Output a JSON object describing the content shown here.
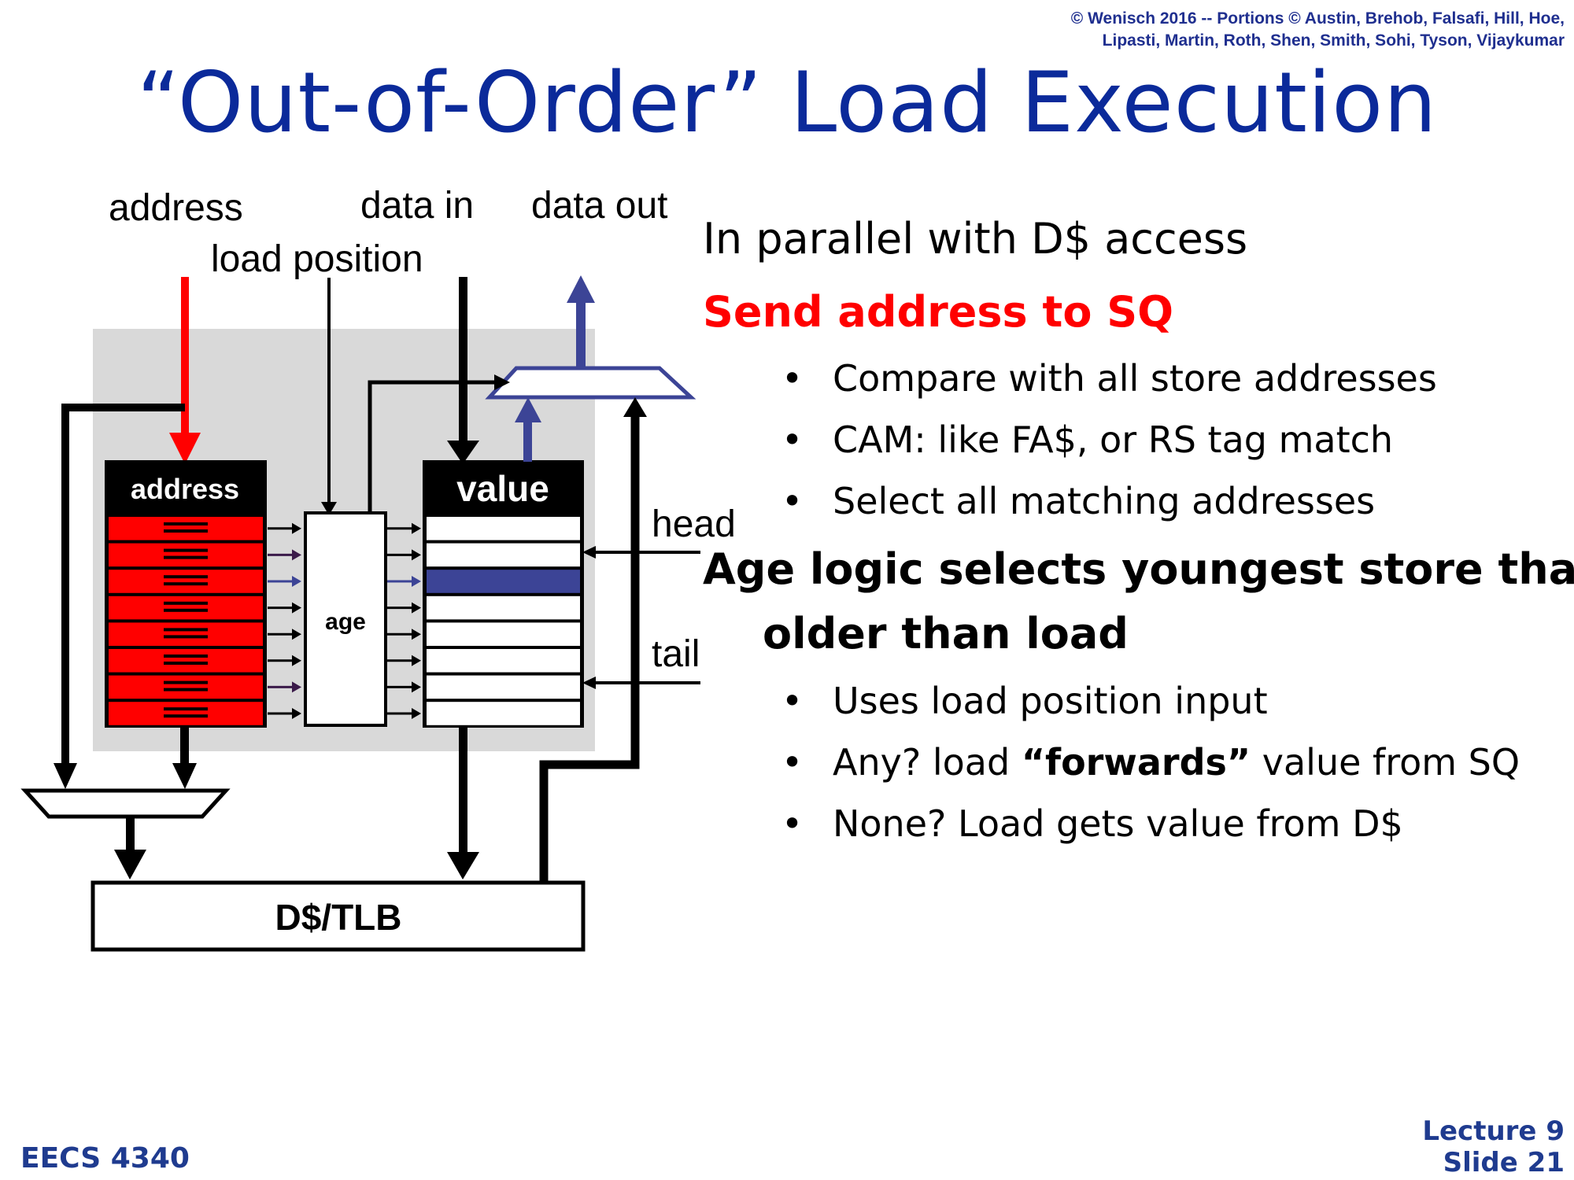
{
  "header": {
    "copyright_line1": "© Wenisch 2016 -- Portions © Austin, Brehob, Falsafi, Hill, Hoe,",
    "copyright_line2": "Lipasti, Martin, Roth, Shen, Smith, Sohi, Tyson, Vijaykumar",
    "title": "“Out-of-Order” Load Execution"
  },
  "diagram": {
    "label_address": "address",
    "label_data_in": "data in",
    "label_data_out": "data out",
    "label_load_position": "load position",
    "label_head": "head",
    "label_tail": "tail",
    "address_column_header": "address",
    "value_column_header": "value",
    "age_block_label": "age",
    "dtlb_label": "D$/TLB",
    "colors": {
      "address_red": "#ff0000",
      "highlight_blue": "#3c4496",
      "panel_gray": "#d9d9d9"
    }
  },
  "content": {
    "line1": "In parallel with D$ access",
    "line2": "Send address to SQ",
    "bullets_a": [
      "Compare with all store addresses",
      "CAM: like FA$, or RS tag match",
      "Select all matching addresses"
    ],
    "line3a": "Age logic selects youngest store that is",
    "line3b": "older than load",
    "bullets_b": [
      "Uses load position input",
      "Any? load",
      "None? Load gets value from D$"
    ],
    "bullet_b2_bold": "“forwards”",
    "bullet_b2_rest": " value from SQ",
    "bullet_glyph": "•"
  },
  "footer": {
    "course": "EECS 4340",
    "lecture": "Lecture 9",
    "slide": "Slide 21"
  }
}
